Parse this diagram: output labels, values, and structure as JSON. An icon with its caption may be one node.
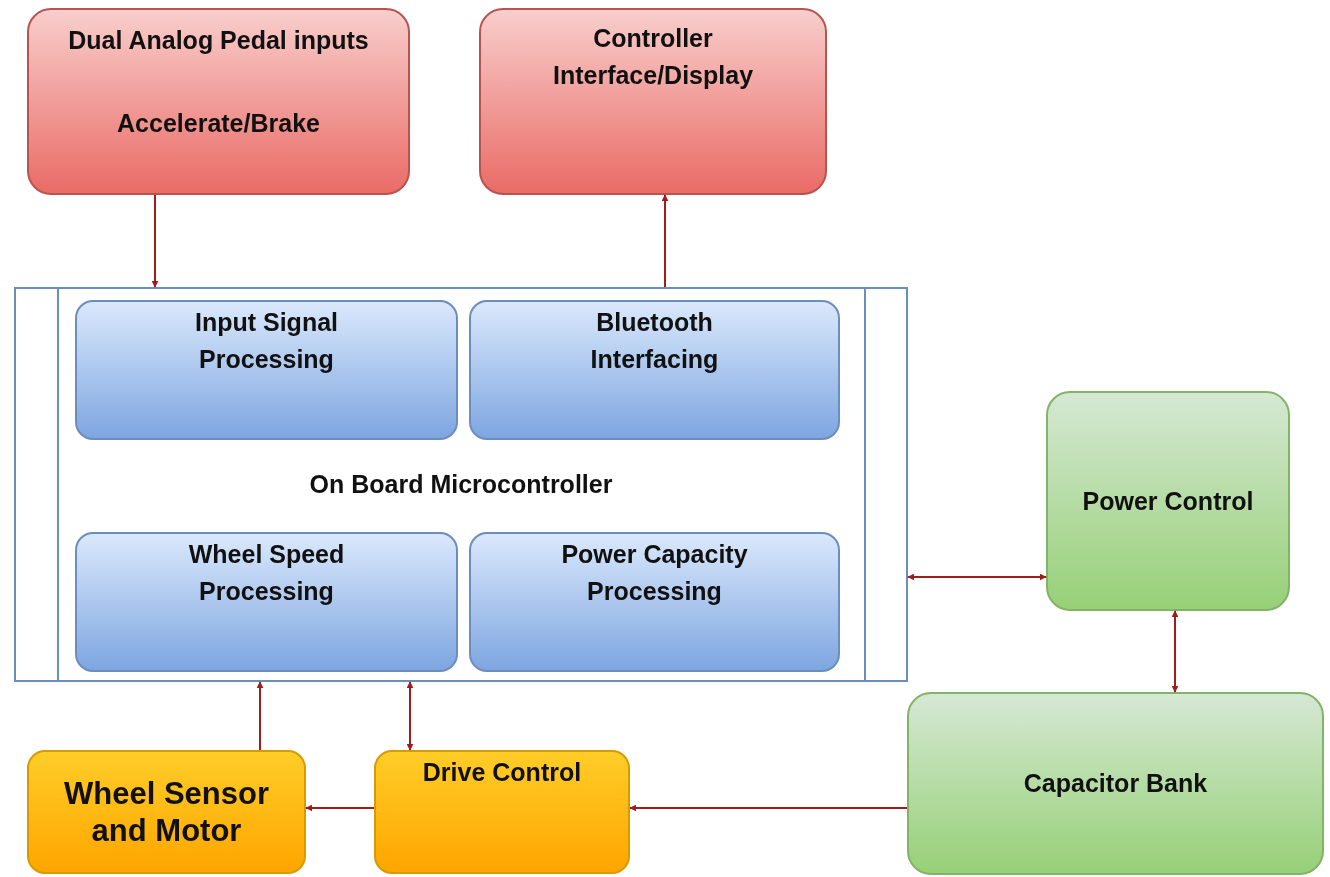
{
  "diagram": {
    "nodes": [
      {
        "text": [
          "Dual Analog Pedal inputs",
          "Accelerate/Brake"
        ]
      },
      {
        "text": [
          "Controller Interface/Display"
        ]
      },
      {
        "text": [
          "On Board Microcontroller"
        ]
      },
      {
        "text": [
          "Input Signal Processing"
        ],
        "in": 2
      },
      {
        "text": [
          "Bluetooth Interfacing"
        ],
        "in": 2
      },
      {
        "text": [
          "Wheel Speed Processing"
        ],
        "in": 2
      },
      {
        "text": [
          "Power Capacity Processing"
        ],
        "in": 2
      },
      {
        "text": [
          "Power Control"
        ]
      },
      {
        "text": [
          "Wheel Sensor and Motor"
        ]
      },
      {
        "text": [
          "Drive Control"
        ]
      },
      {
        "text": [
          "Capacitor Bank"
        ]
      }
    ],
    "edges": [
      {
        "from": 0,
        "to": 2,
        "arrow": "to"
      },
      {
        "from": 2,
        "to": 1,
        "arrow": "to"
      },
      {
        "from": 2,
        "to": 7,
        "arrow": "both"
      },
      {
        "from": 7,
        "to": 10,
        "arrow": "both"
      },
      {
        "from": 8,
        "to": 2,
        "arrow": "to"
      },
      {
        "from": 9,
        "to": 2,
        "arrow": "both"
      },
      {
        "from": 9,
        "to": 8,
        "arrow": "to"
      },
      {
        "from": 10,
        "to": 9,
        "arrow": "to"
      }
    ]
  }
}
